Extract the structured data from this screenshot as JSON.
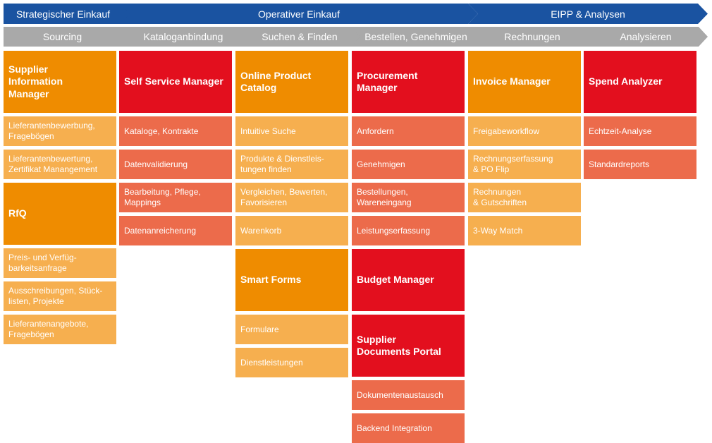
{
  "colors": {
    "phase_bar": "#1a53a1",
    "step_bar": "#a9a9a9",
    "orange_header": "#ef8c00",
    "orange_item": "#f6af4f",
    "red_header": "#e30f1e",
    "red_item": "#ec6b4b"
  },
  "phases": [
    {
      "label": "Strategischer Einkauf"
    },
    {
      "label": "Operativer Einkauf"
    },
    {
      "label": "EIPP & Analysen"
    }
  ],
  "steps": [
    {
      "label": "Sourcing"
    },
    {
      "label": "Kataloganbindung"
    },
    {
      "label": "Suchen & Finden"
    },
    {
      "label": "Bestellen, Genehmigen"
    },
    {
      "label": "Rechnungen"
    },
    {
      "label": "Analysieren"
    }
  ],
  "columns": [
    {
      "items": [
        "Supplier\nInformation\nManager",
        "Lieferantenbewerbung,\nFragebögen",
        "Lieferantenbewertung,\nZertifikat Manangement",
        "RfQ",
        "Preis- und Verfüg-\nbarkeitsanfrage",
        "Ausschreibungen, Stück-\nlisten, Projekte",
        "Lieferantenangebote,\nFragebögen"
      ]
    },
    {
      "items": [
        "Self Service Manager",
        "Kataloge, Kontrakte",
        "Datenvalidierung",
        "Bearbeitung, Pflege,\nMappings",
        "Datenanreicherung"
      ]
    },
    {
      "items": [
        "Online Product\nCatalog",
        "Intuitive Suche",
        "Produkte & Dienstleis-\ntungen finden",
        "Vergleichen, Bewerten,\nFavorisieren",
        "Warenkorb",
        "Smart Forms",
        "Formulare",
        "Dienstleistungen"
      ]
    },
    {
      "items": [
        "Procurement\nManager",
        "Anfordern",
        "Genehmigen",
        "Bestellungen,\nWareneingang",
        "Leistungserfassung",
        "Budget Manager",
        "Supplier\nDocuments Portal",
        "Dokumentenaustausch",
        "Backend Integration"
      ]
    },
    {
      "items": [
        "Invoice Manager",
        "Freigabeworkflow",
        "Rechnungserfassung\n& PO Flip",
        "Rechnungen\n& Gutschriften",
        "3-Way Match"
      ]
    },
    {
      "items": [
        "Spend Analyzer",
        "Echtzeit-Analyse",
        "Standardreports"
      ]
    }
  ]
}
